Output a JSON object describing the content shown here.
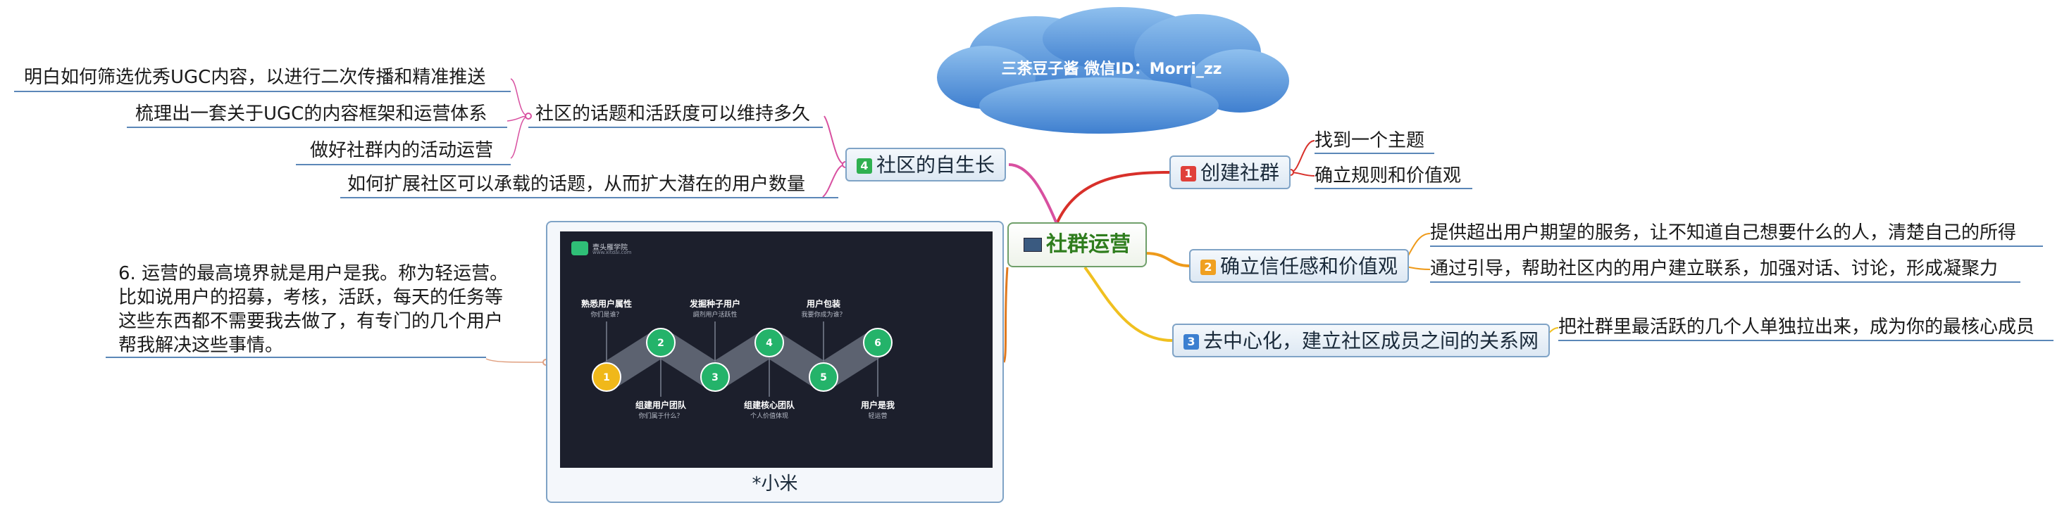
{
  "cloud": {
    "text": "三茶豆子酱 微信ID：Morri_zz"
  },
  "central": {
    "title": "社群运营"
  },
  "branches": [
    {
      "num": "1",
      "label": "创建社群",
      "color": "#e0403a",
      "children": [
        "找到一个主题",
        "确立规则和价值观"
      ]
    },
    {
      "num": "2",
      "label": "确立信任感和价值观",
      "color": "#f0a020",
      "children": [
        "提供超出用户期望的服务，让不知道自己想要什么的人，清楚自己的所得",
        "通过引导，帮助社区内的用户建立联系，加强对话、讨论，形成凝聚力"
      ]
    },
    {
      "num": "3",
      "label": "去中心化，建立社区成员之间的关系网",
      "color": "#3c7fd0",
      "children": [
        "把社群里最活跃的几个人单独拉出来，成为你的最核心成员"
      ]
    },
    {
      "num": "4",
      "label": "社区的自生长",
      "color": "#2fb050",
      "children": [
        "社区的话题和活跃度可以维持多久",
        "如何扩展社区可以承载的话题，从而扩大潜在的用户数量"
      ],
      "grandchildren": [
        "明白如何筛选优秀UGC内容，以进行二次传播和精准推送",
        "梳理出一套关于UGC的内容框架和运营体系",
        "做好社群内的活动运营"
      ]
    }
  ],
  "note": {
    "lines": [
      "6. 运营的最高境界就是用户是我。称为轻运营。",
      "比如说用户的招募，考核，活跃，每天的任务等",
      "这些东西都不需要我去做了，有专门的几个用户",
      "帮我解决这些事情。"
    ]
  },
  "image_panel": {
    "caption": "*小米",
    "brand": "壹头雁学院",
    "brand_sub": "www.xitdai.com",
    "stages": [
      {
        "n": "1",
        "title": "",
        "sub": ""
      },
      {
        "n": "2",
        "title": "发掘种子用户",
        "sub": "調剂用户活跃性"
      },
      {
        "n": "3",
        "title": "组建核心团队",
        "sub": "个人价值体现"
      },
      {
        "n": "4",
        "title": "用户包装",
        "sub": "我要你成为谁？"
      },
      {
        "n": "5",
        "title": "用户是我",
        "sub": "轻运营"
      },
      {
        "n": "6",
        "title": "",
        "sub": ""
      }
    ],
    "top_labels": [
      {
        "title": "熟悉用户属性",
        "sub": "你们是谁？"
      },
      {
        "title": "发掘种子用户",
        "sub": "調剂用户活跃性"
      },
      {
        "title": "用户包装",
        "sub": "我要你成为谁？"
      }
    ],
    "bottom_labels": [
      {
        "title": "组建用户团队",
        "sub": "你们属于什么？"
      },
      {
        "title": "组建核心团队",
        "sub": "个人价值体现"
      },
      {
        "title": "用户是我",
        "sub": "轻运营"
      }
    ]
  }
}
